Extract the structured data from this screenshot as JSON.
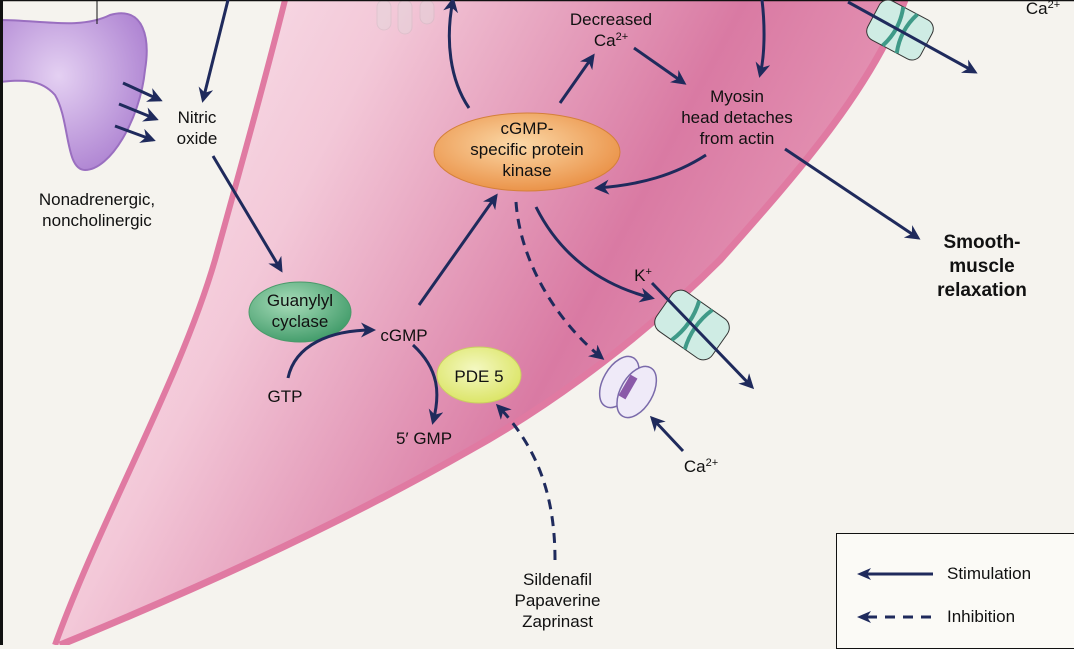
{
  "title": "Nitric oxide / cGMP pathway of smooth-muscle relaxation",
  "colors": {
    "arrow": "#1f2a5c",
    "background": "#f5f3ee",
    "cell": "#d9739e",
    "cell_light": "#f7dbe6",
    "neuron": "#b68ad6",
    "guanylyl_cyclase": "#4faa78",
    "protein_kinase": "#ef9a4c",
    "pde5": "#e4ec7e",
    "k_channel": "#bfe3d8",
    "ca_channel": "#d8d0ee"
  },
  "labels": {
    "nitric_oxide": [
      "Nitric",
      "oxide"
    ],
    "nanc": [
      "Nonadrenergic,",
      "noncholinergic"
    ],
    "guanylyl_cyclase": [
      "Guanylyl",
      "cyclase"
    ],
    "gtp": "GTP",
    "cgmp": "cGMP",
    "five_gmp": "5′ GMP",
    "pde5": "PDE 5",
    "kinase": [
      "cGMP-",
      "specific protein",
      "kinase"
    ],
    "decreased": "Decreased",
    "ca_base": "Ca",
    "ca_sup": "2+",
    "myosin": [
      "Myosin",
      "head detaches",
      "from actin"
    ],
    "k_base": "K",
    "k_sup": "+",
    "relaxation": [
      "Smooth-",
      "muscle",
      "relaxation"
    ],
    "drugs": [
      "Sildenafil",
      "Papaverine",
      "Zaprinast"
    ]
  },
  "legend": {
    "stimulation": "Stimulation",
    "inhibition": "Inhibition"
  }
}
